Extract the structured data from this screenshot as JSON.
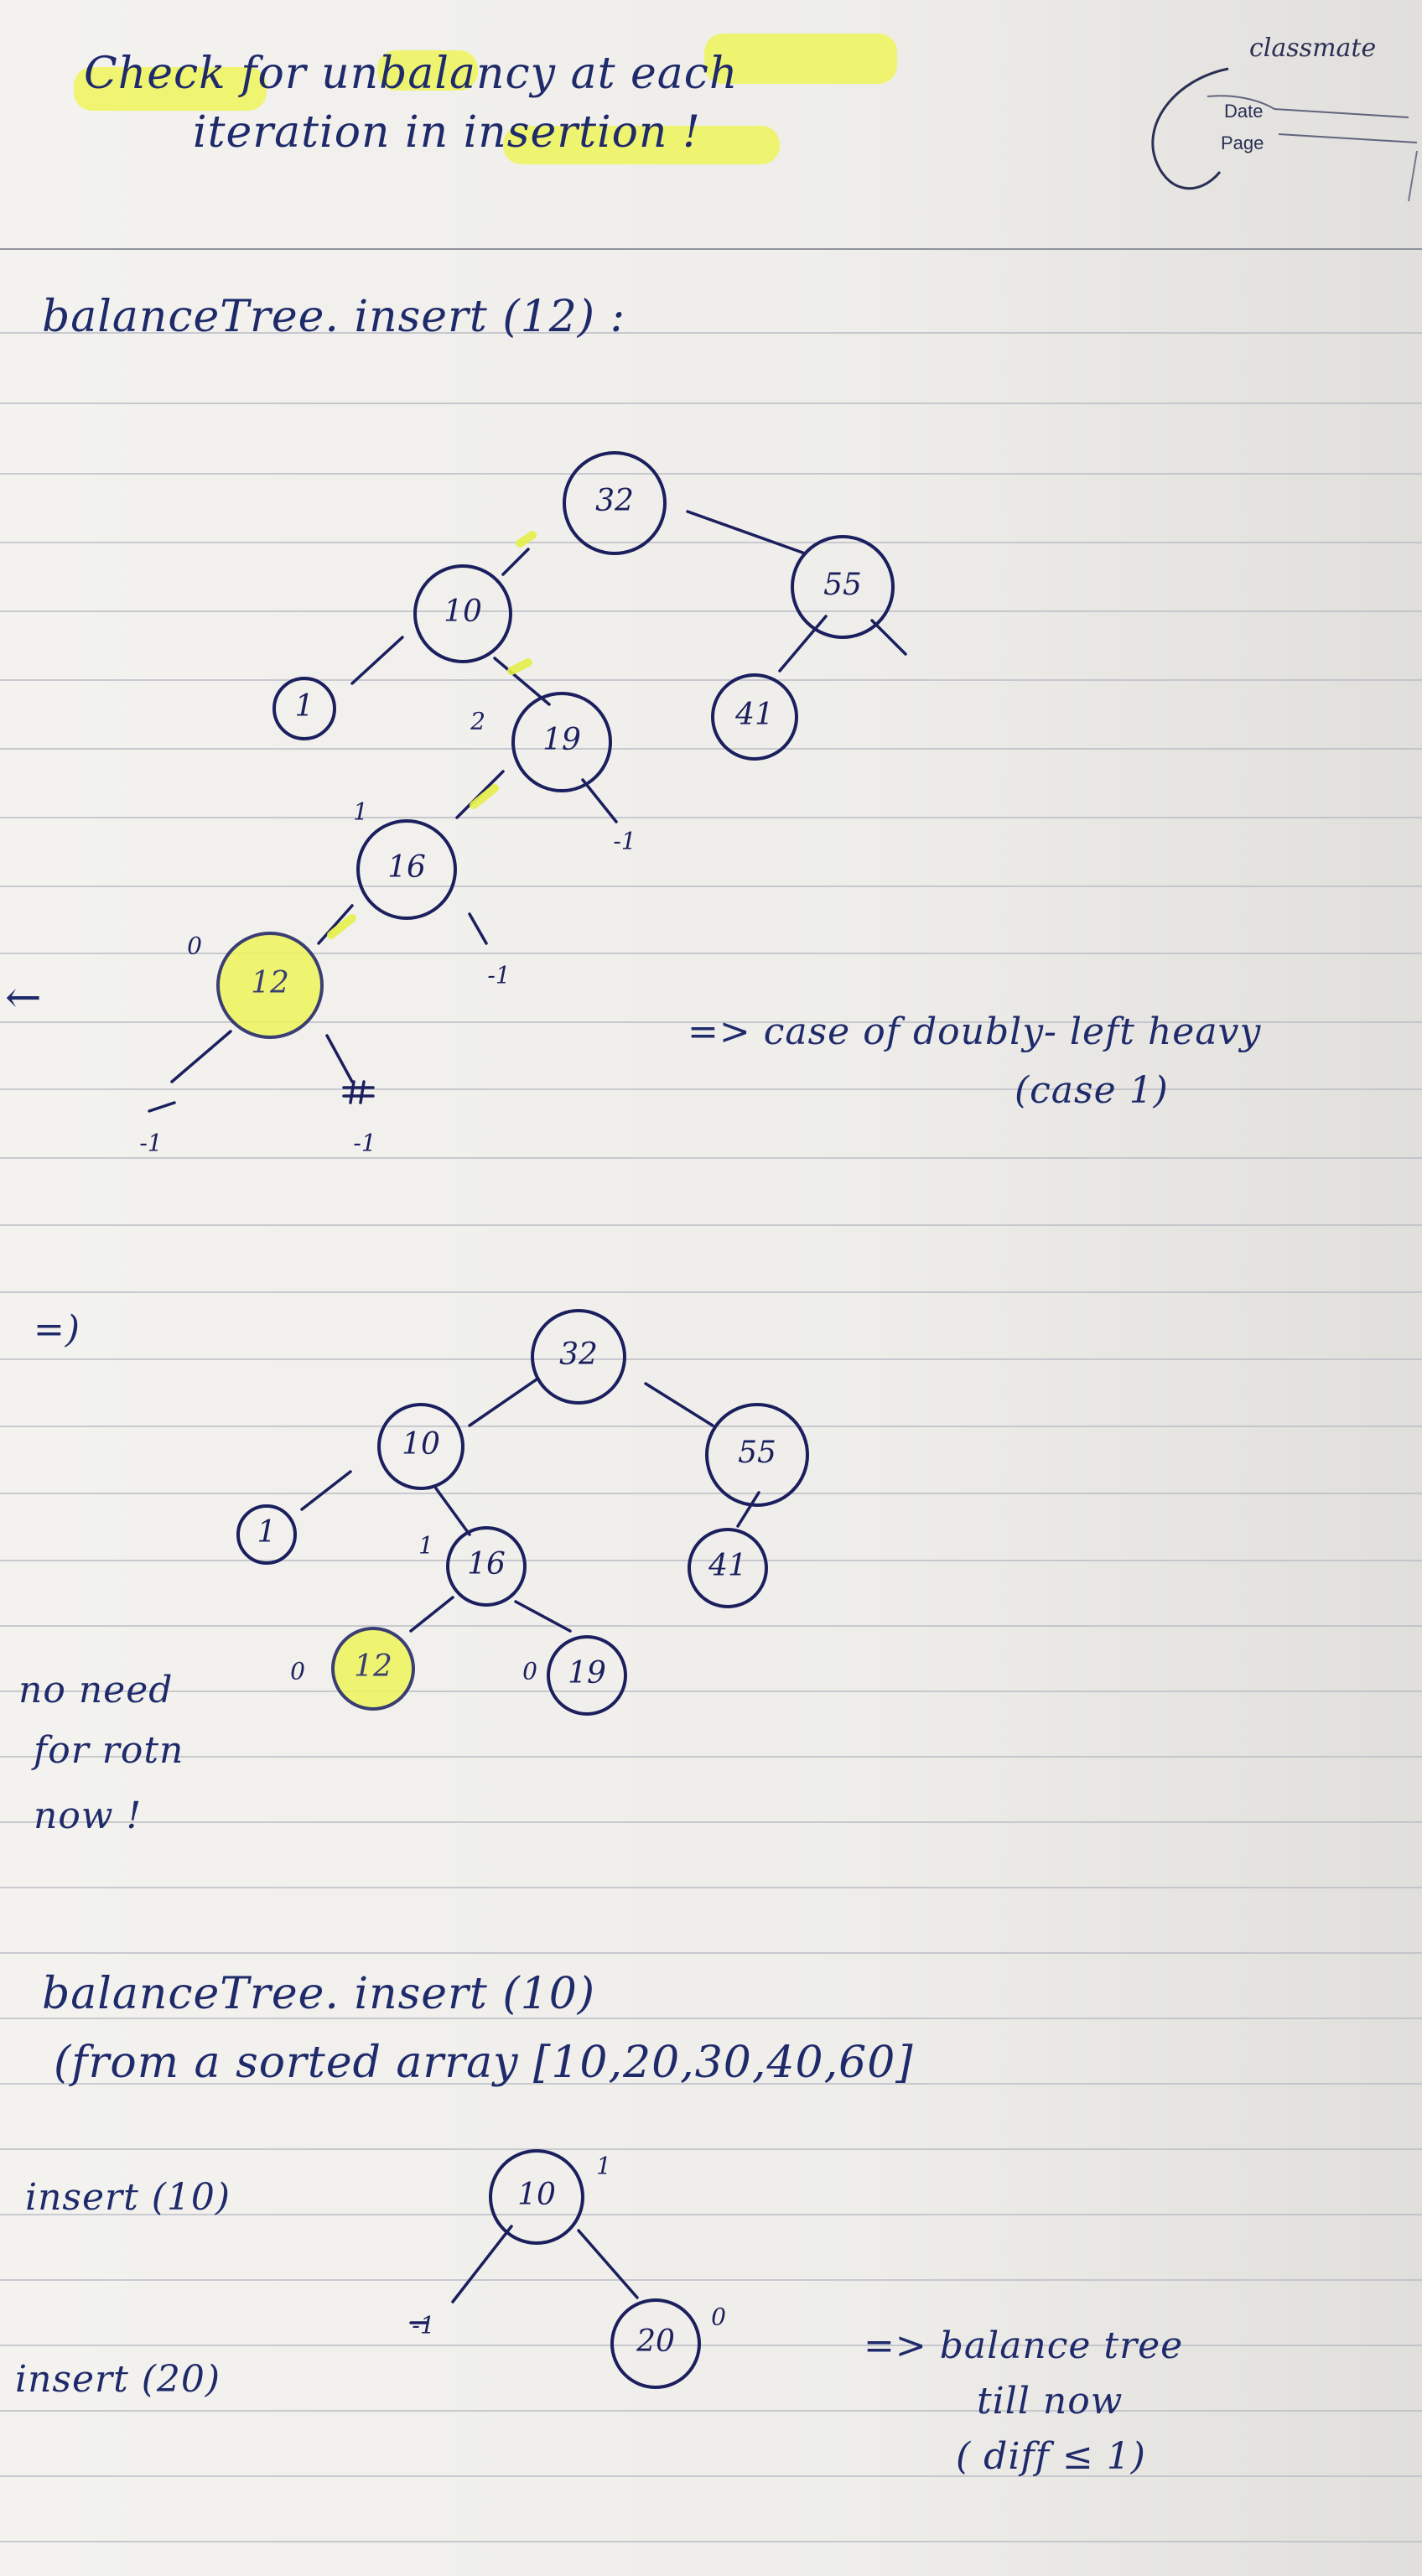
{
  "header": {
    "title_line1": "Check for unbalancy at each",
    "title_line2": "iteration in insertion !",
    "brand": "classmate",
    "date_label": "Date",
    "page_label": "Page"
  },
  "section1": {
    "heading": "balanceTree. insert (12) :",
    "nodes": {
      "n32": "32",
      "n10": "10",
      "n55": "55",
      "n1": "1",
      "n19": "19",
      "n41": "41",
      "n16": "16",
      "n12": "12"
    },
    "balance_labels": {
      "b19": "2",
      "b16": "1",
      "b12": "0",
      "bm1_19": "-1",
      "bm1_16": "-1",
      "bm1_12l": "-1",
      "bm1_12r": "-1"
    },
    "note_line1": "=> case of doubly- left heavy",
    "note_line2": "(case 1)",
    "arrow": "←"
  },
  "section2": {
    "implies": "=)",
    "nodes": {
      "n32": "32",
      "n10": "10",
      "n55": "55",
      "n1": "1",
      "n16": "16",
      "n41": "41",
      "n12": "12",
      "n19": "19"
    },
    "balance_labels": {
      "b16": "1",
      "b12": "0",
      "b19": "0"
    },
    "note_lines": [
      "no need",
      "for rotn",
      "now !"
    ]
  },
  "section3": {
    "heading": "balanceTree. insert (10)",
    "source_line": "(from a sorted array [10,20,30,40,60]",
    "step1": "insert (10)",
    "step2": "insert (20)",
    "nodes": {
      "n10": "10",
      "n20": "20"
    },
    "balance_labels": {
      "b10": "1",
      "b20": "0",
      "bnull": "-1"
    },
    "note_line1": "=> balance tree",
    "note_line2": "till now",
    "note_line3": "( diff ≤ 1)"
  }
}
